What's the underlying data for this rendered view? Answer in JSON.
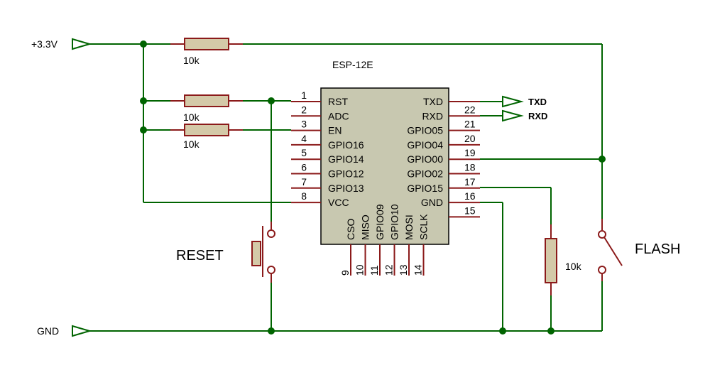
{
  "power": {
    "vcc_label": "+3.3V",
    "gnd_label": "GND"
  },
  "resistors": {
    "r1": "10k",
    "r2": "10k",
    "r3": "10k",
    "r4": "10k"
  },
  "chip": {
    "title": "ESP-12E",
    "left_pins": [
      {
        "num": "1",
        "name": "RST"
      },
      {
        "num": "2",
        "name": "ADC"
      },
      {
        "num": "3",
        "name": "EN"
      },
      {
        "num": "4",
        "name": "GPIO16"
      },
      {
        "num": "5",
        "name": "GPIO14"
      },
      {
        "num": "6",
        "name": "GPIO12"
      },
      {
        "num": "7",
        "name": "GPIO13"
      },
      {
        "num": "8",
        "name": "VCC"
      }
    ],
    "right_pins": [
      {
        "num": "",
        "name": "TXD"
      },
      {
        "num": "22",
        "name": "RXD"
      },
      {
        "num": "21",
        "name": "GPIO05"
      },
      {
        "num": "20",
        "name": "GPIO04"
      },
      {
        "num": "19",
        "name": "GPIO00"
      },
      {
        "num": "18",
        "name": "GPIO02"
      },
      {
        "num": "17",
        "name": "GPIO15"
      },
      {
        "num": "16",
        "name": "GND"
      },
      {
        "num": "15",
        "name": ""
      }
    ],
    "bottom_pins": [
      {
        "num": "9",
        "name": "CSO"
      },
      {
        "num": "10",
        "name": "MISO"
      },
      {
        "num": "11",
        "name": "GPIO09"
      },
      {
        "num": "12",
        "name": "GPIO10"
      },
      {
        "num": "13",
        "name": "MOSI"
      },
      {
        "num": "14",
        "name": "SCLK"
      }
    ]
  },
  "outputs": {
    "txd": "TXD",
    "rxd": "RXD"
  },
  "switches": {
    "reset": "RESET",
    "flash": "FLASH"
  },
  "colors": {
    "wire": "#006400",
    "component": "#8b1a1a",
    "resistor_fill": "#d4c9a8",
    "chip_fill": "#c8c8b0",
    "node": "#006400"
  }
}
